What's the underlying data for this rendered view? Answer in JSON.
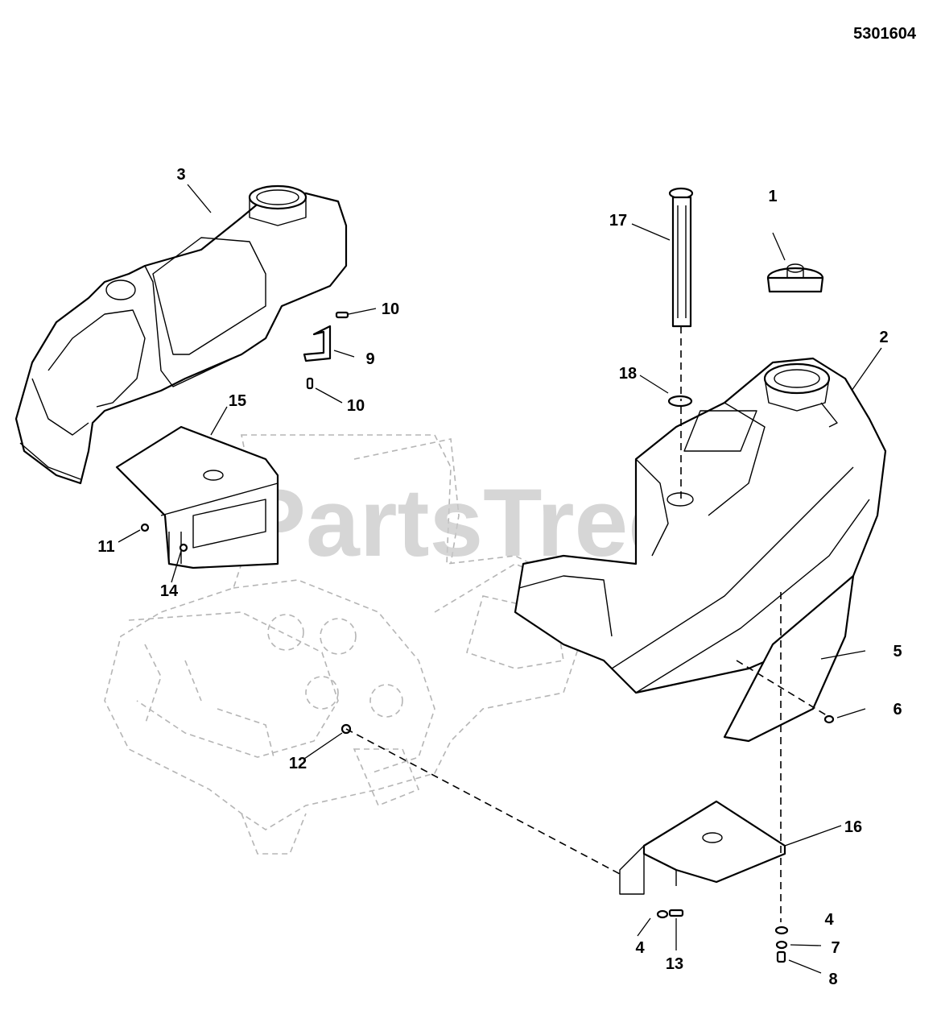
{
  "document_number": "5301604",
  "watermark": "PartsTree",
  "callouts": {
    "c1": "1",
    "c2": "2",
    "c3": "3",
    "c4a": "4",
    "c4b": "4",
    "c5": "5",
    "c6": "6",
    "c7": "7",
    "c8": "8",
    "c9": "9",
    "c10a": "10",
    "c10b": "10",
    "c11": "11",
    "c12": "12",
    "c13": "13",
    "c14": "14",
    "c15": "15",
    "c16": "16",
    "c17": "17",
    "c18": "18"
  }
}
